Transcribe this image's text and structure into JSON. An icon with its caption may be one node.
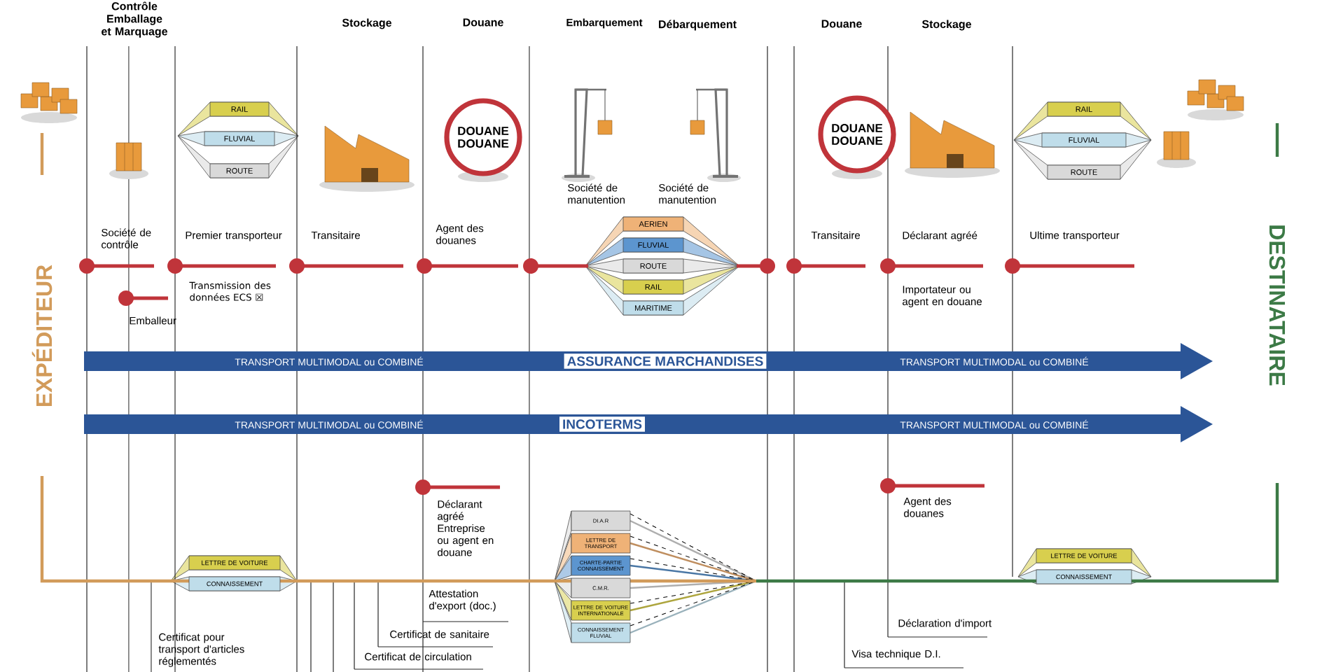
{
  "diagram": {
    "nodes": [
      {
        "text": [],
        "shape": "picture"
      },
      {
        "text": [],
        "shape": "picture"
      },
      {
        "text": [
          "RAIL"
        ]
      },
      {
        "text": [
          "FLUVIAL"
        ]
      },
      {
        "text": [
          "ROUTE"
        ]
      },
      {
        "text": [],
        "shape": "picture"
      },
      {
        "text": [
          "DOUANE DOUANE"
        ]
      },
      {
        "text": [],
        "shape": "picture",
        "beside": [
          "Société de manutention"
        ]
      },
      {
        "text": [],
        "shape": "picture",
        "beside": [
          "Société de manutention"
        ]
      },
      {
        "text": [
          "DOUANE DOUANE"
        ]
      },
      {
        "text": [],
        "shape": "picture"
      },
      {
        "text": [
          "RAIL"
        ]
      },
      {
        "text": [
          "FLUVIAL"
        ]
      },
      {
        "text": [
          "ROUTE"
        ]
      },
      {
        "text": [],
        "shape": "picture"
      },
      {
        "text": [],
        "shape": "picture"
      },
      {
        "text": [],
        "shape": "circle",
        "beside": [
          "Société de contrôle"
        ]
      },
      {
        "text": [],
        "shape": "circle",
        "beside": [
          "Premier transporteur"
        ]
      },
      {
        "text": [],
        "shape": "circle",
        "beside": [
          "Transitaire"
        ]
      },
      {
        "text": [],
        "shape": "circle",
        "beside": [
          "Agent des douanes"
        ]
      },
      {
        "text": [],
        "shape": "circle"
      },
      {
        "text": [
          "AERIEN"
        ]
      },
      {
        "text": [
          "FLUVIAL"
        ]
      },
      {
        "text": [
          "ROUTE"
        ]
      },
      {
        "text": [
          "RAIL"
        ]
      },
      {
        "text": [
          "MARITIME"
        ]
      },
      {
        "text": [],
        "shape": "circle"
      },
      {
        "text": [],
        "shape": "circle",
        "beside": [
          "Transitaire"
        ]
      },
      {
        "text": [],
        "shape": "circle",
        "beside": [
          "Déclarant agréé"
        ]
      },
      {
        "text": [],
        "shape": "circle",
        "beside": [
          "Ultime transporteur"
        ]
      },
      {
        "text": [],
        "shape": "circle",
        "beside": [
          "Emballeur"
        ]
      },
      {
        "text": [
          "TRANSPORT MULTIMODAL ou COMBINÉ",
          "ASSURANCE MARCHANDISES",
          "TRANSPORT MULTIMODAL ou COMBINÉ"
        ]
      },
      {
        "text": [
          "TRANSPORT MULTIMODAL ou COMBINÉ",
          "INCOTERMS",
          "TRANSPORT MULTIMODAL ou COMBINÉ"
        ]
      },
      {
        "text": [],
        "shape": "circle",
        "beside": [
          "Déclarant agréé Entreprise ou agent en douane"
        ]
      },
      {
        "text": [],
        "shape": "circle",
        "beside": [
          "Agent des douanes"
        ]
      },
      {
        "text": [
          "LETTRE DE VOITURE"
        ]
      },
      {
        "text": [
          "CONNAISSEMENT"
        ]
      },
      {
        "text": [
          "DI.A.R"
        ]
      },
      {
        "text": [
          "LETTRE DE TRANSPORT"
        ]
      },
      {
        "text": [
          "CHARTE-PARTIE CONNAISSEMENT"
        ]
      },
      {
        "text": [
          "C.M.R."
        ]
      },
      {
        "text": [
          "LETTRE DE VOITURE INTERNATIONALE"
        ]
      },
      {
        "text": [
          "CONNAISSEMENT FLUVIAL"
        ]
      },
      {
        "text": [
          "LETTRE DE VOITURE"
        ]
      },
      {
        "text": [
          "CONNAISSEMENT"
        ]
      }
    ],
    "labels": [
      "Contrôle Emballage et Marquage",
      "Stockage",
      "Douane",
      "Embarquement",
      "Débarquement",
      "Douane",
      "Stockage",
      "EXPÉDITEUR",
      "DESTINATAIRE",
      "Transmission des données ECS ☒",
      "Importateur ou agent en douane",
      "Certificat pour transport d'articles réglementés",
      "Attestation d'export (doc.)",
      "Certificat de sanitaire",
      "Certificat de circulation",
      "Déclaration d'import",
      "Visa technique D.I."
    ]
  }
}
